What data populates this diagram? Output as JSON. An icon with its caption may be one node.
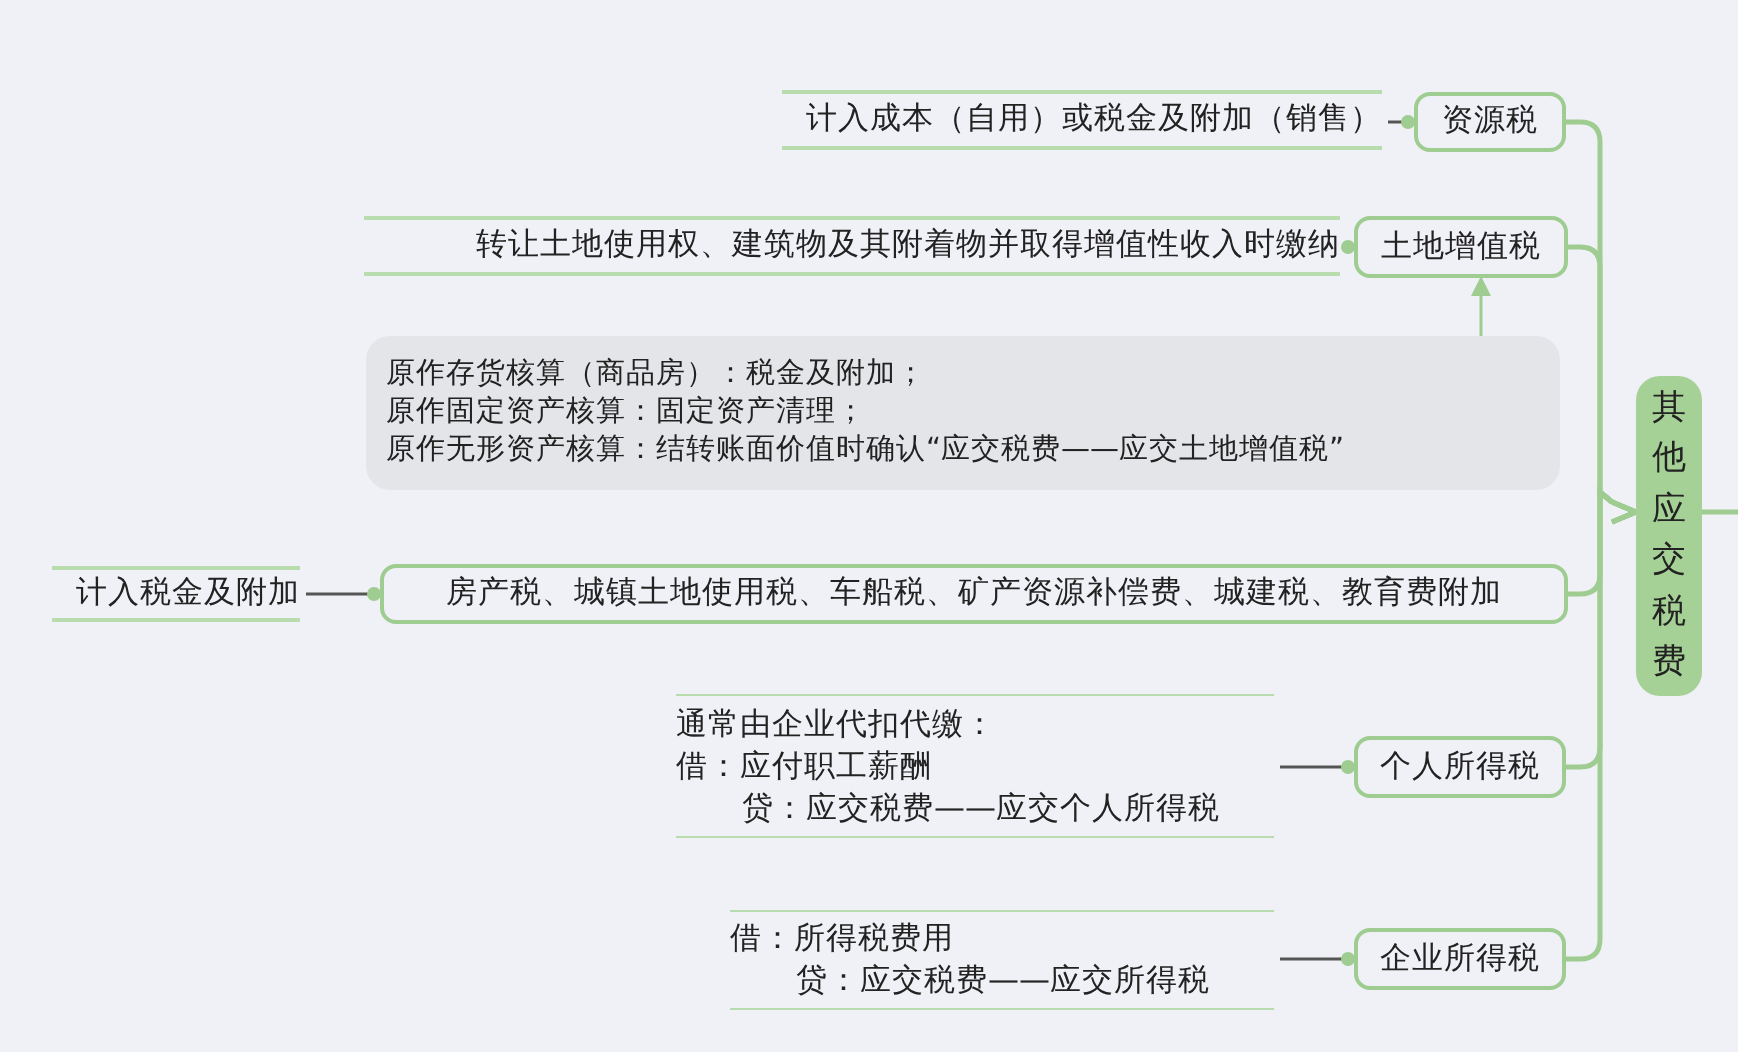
{
  "diagram": {
    "nodes": [
      {
        "text": [
          "其他应交税费"
        ]
      },
      {
        "text": [
          "资源税"
        ]
      },
      {
        "text": [
          "计入成本（自用）或税金及附加（销售）"
        ]
      },
      {
        "text": [
          "土地增值税"
        ]
      },
      {
        "text": [
          "转让土地使用权、建筑物及其附着物并取得增值性收入时缴纳"
        ]
      },
      {
        "text": [
          "原作存货核算（商品房）：税金及附加；",
          "原作固定资产核算：固定资产清理；",
          "原作无形资产核算：结转账面价值时确认“应交税费——应交土地增值税”"
        ]
      },
      {
        "text": [
          "房产税、城镇土地使用税、车船税、矿产资源补偿费、城建税、教育费附加"
        ]
      },
      {
        "text": [
          "计入税金及附加"
        ]
      },
      {
        "text": [
          "个人所得税"
        ]
      },
      {
        "text": [
          "通常由企业代扣代缴：",
          "借：应付职工薪酬",
          "贷：应交税费——应交个人所得税"
        ]
      },
      {
        "text": [
          "企业所得税"
        ]
      },
      {
        "text": [
          "借：所得税费用",
          "贷：应交税费——应交所得税"
        ]
      }
    ],
    "edges": [
      {
        "from": 0,
        "to": 1,
        "arrow": "none"
      },
      {
        "from": 0,
        "to": 3,
        "arrow": "none"
      },
      {
        "from": 0,
        "to": 6,
        "arrow": "none"
      },
      {
        "from": 0,
        "to": 8,
        "arrow": "none"
      },
      {
        "from": 0,
        "to": 10,
        "arrow": "none"
      },
      {
        "from": 1,
        "to": 2,
        "arrow": "other",
        "color": "#555555"
      },
      {
        "from": 3,
        "to": 4,
        "arrow": "other",
        "color": "#555555"
      },
      {
        "from": 5,
        "to": 3,
        "arrow": "to"
      },
      {
        "from": 6,
        "to": 7,
        "arrow": "other",
        "color": "#555555"
      },
      {
        "from": 8,
        "to": 9,
        "arrow": "other",
        "color": "#555555"
      },
      {
        "from": 10,
        "to": 11,
        "arrow": "other",
        "color": "#555555"
      },
      {
        "from": 0,
        "to": null,
        "arrow": "none"
      }
    ]
  }
}
